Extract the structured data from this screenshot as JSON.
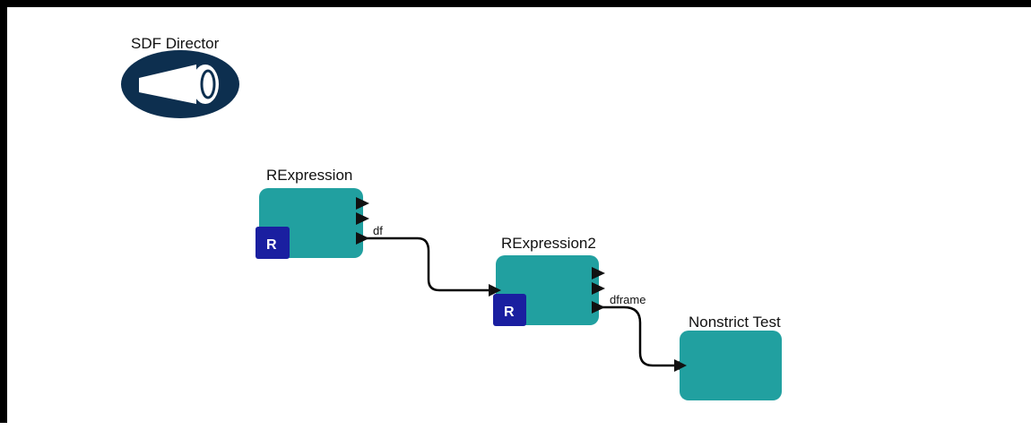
{
  "workflow": {
    "director": {
      "label": "SDF Director",
      "icon": "director-megaphone-icon"
    },
    "actors": [
      {
        "id": "rexpression1",
        "label": "RExpression",
        "badge": "R",
        "output_port_label": "df",
        "color": "#21a0a0"
      },
      {
        "id": "rexpression2",
        "label": "RExpression2",
        "badge": "R",
        "output_port_label": "dframe",
        "color": "#21a0a0"
      },
      {
        "id": "nonstrict",
        "label": "Nonstrict Test",
        "color": "#21a0a0"
      }
    ],
    "colors": {
      "director": "#0d2f4f",
      "badge": "#1a1fa0",
      "relation": "#000000"
    }
  }
}
